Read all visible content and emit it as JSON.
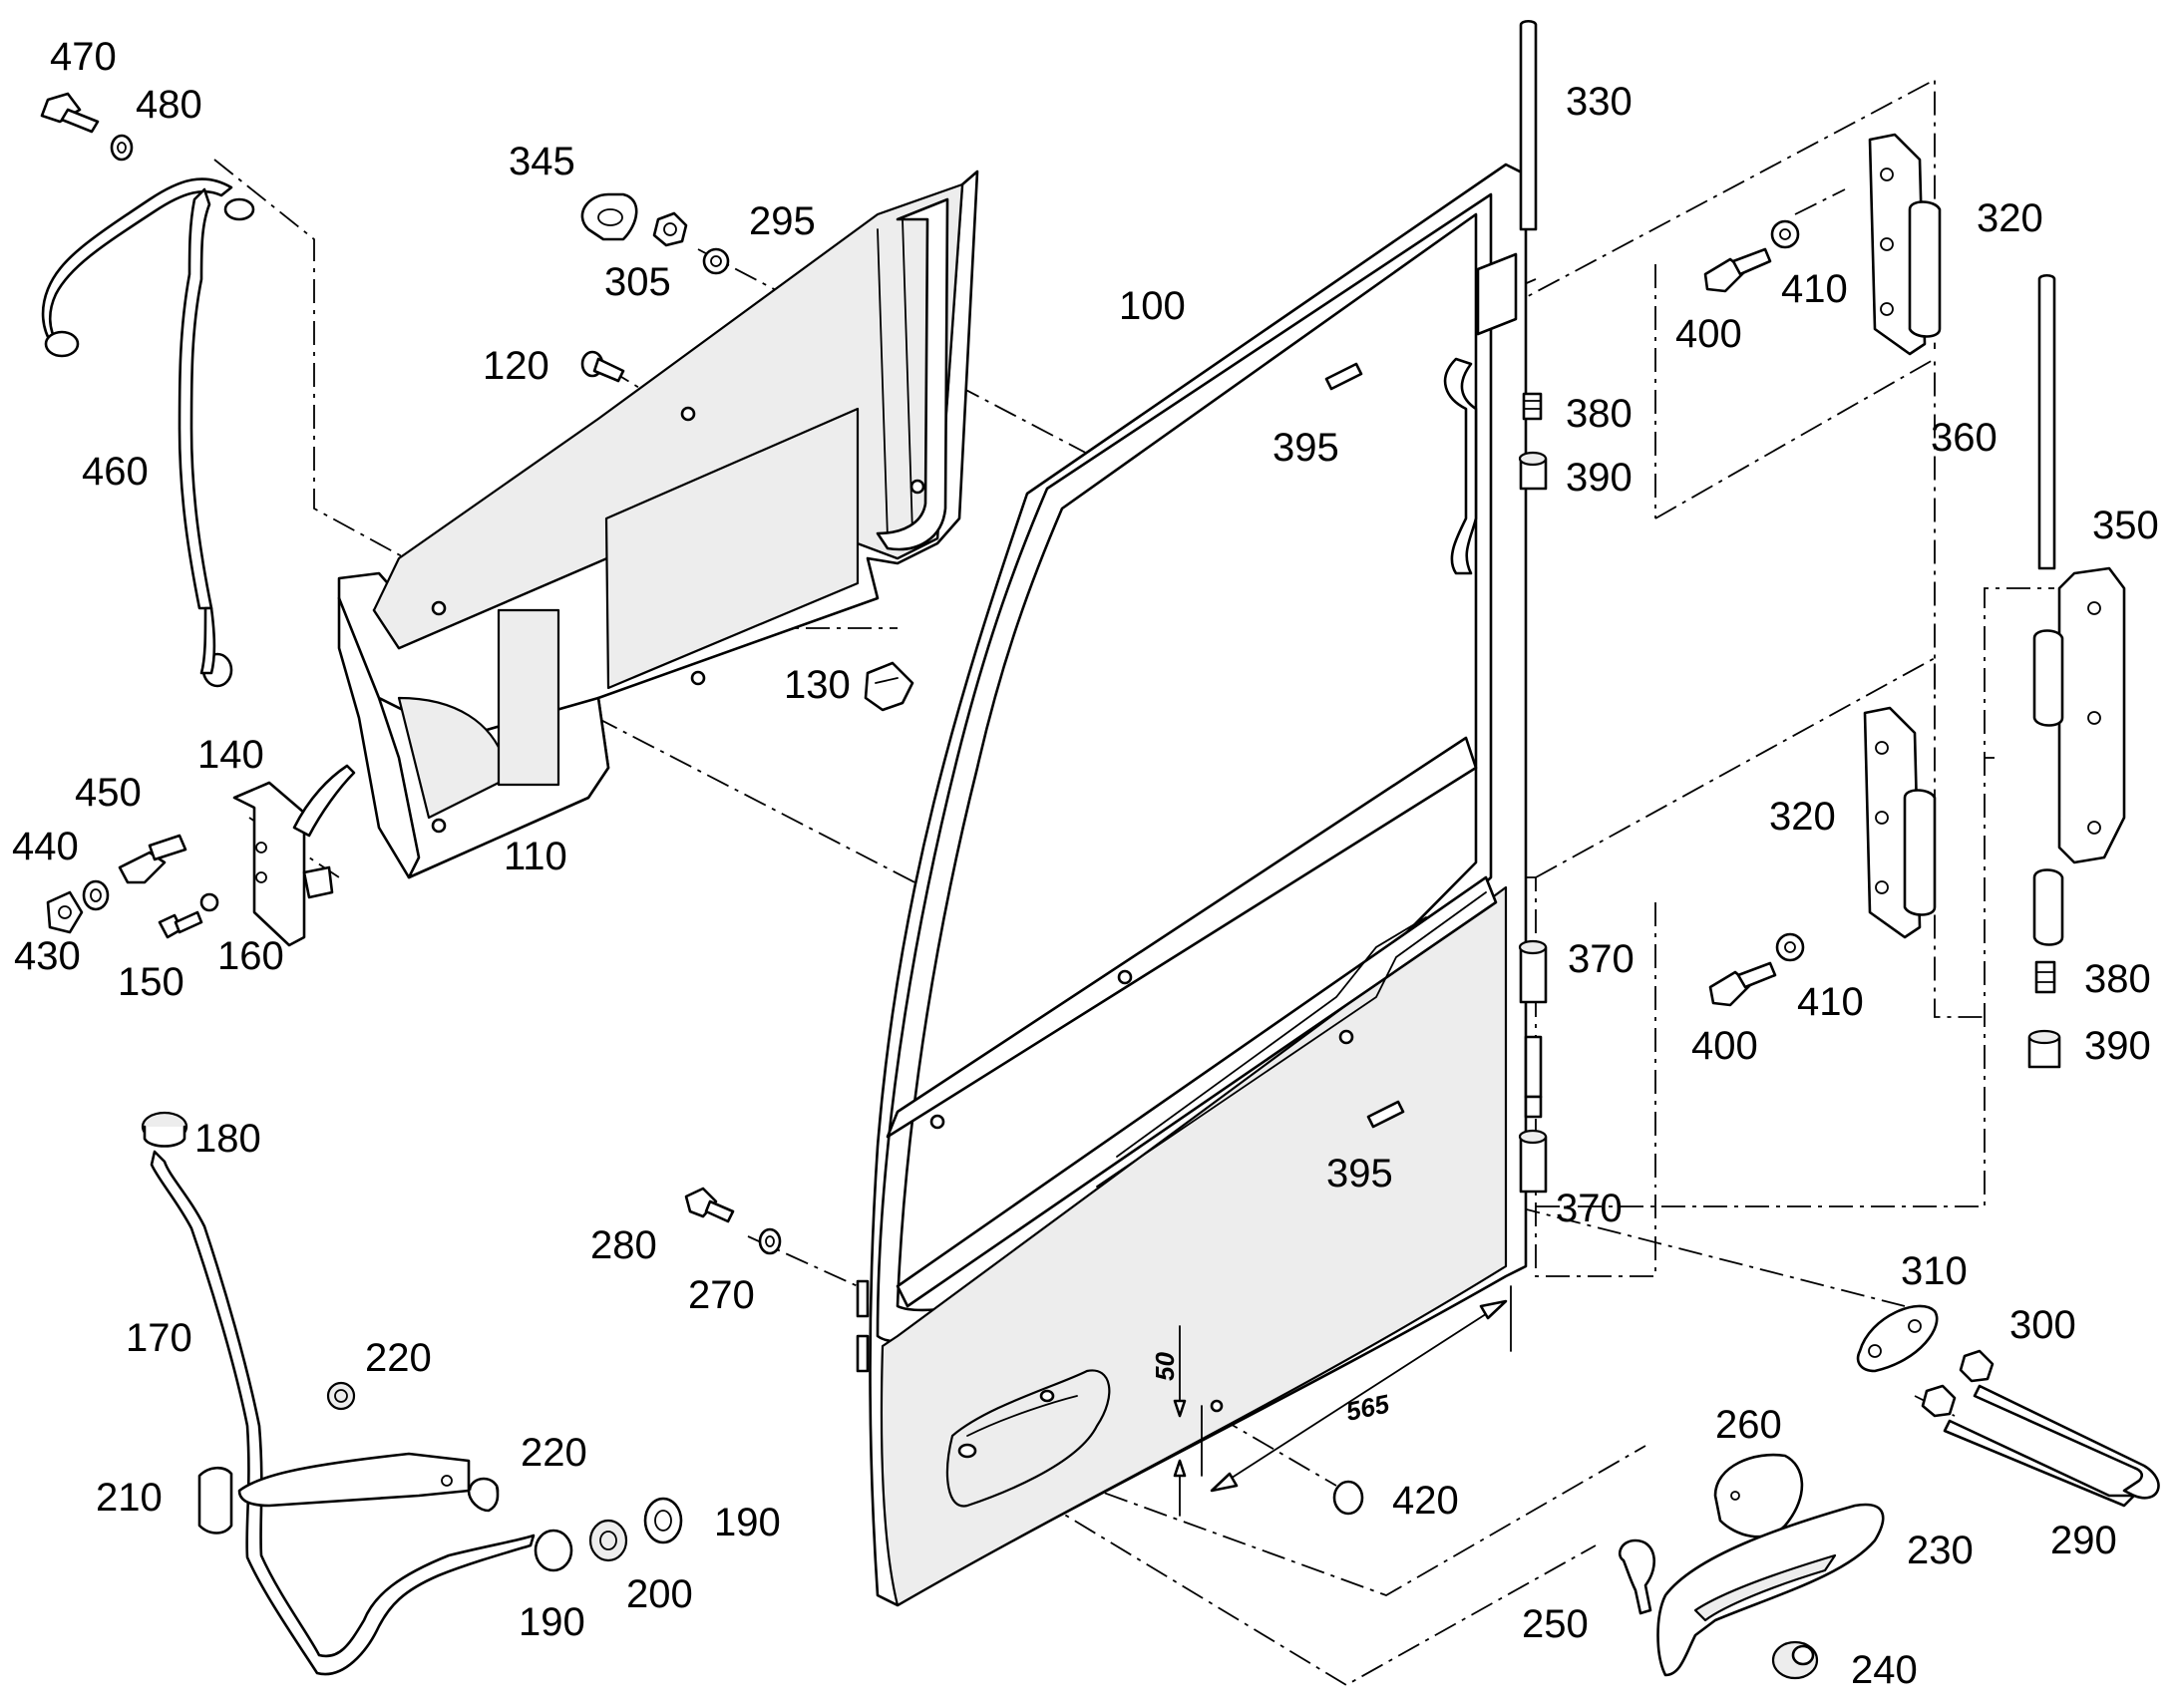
{
  "labels": {
    "p470": "470",
    "p480": "480",
    "p460": "460",
    "p345": "345",
    "p305": "305",
    "p295": "295",
    "p120": "120",
    "p100": "100",
    "p130": "130",
    "p110": "110",
    "p140": "140",
    "p450": "450",
    "p440": "440",
    "p430": "430",
    "p150": "150",
    "p160": "160",
    "p180": "180",
    "p170": "170",
    "p220a": "220",
    "p220b": "220",
    "p210": "210",
    "p190a": "190",
    "p190b": "190",
    "p200": "200",
    "p280": "280",
    "p270": "270",
    "p330": "330",
    "p320a": "320",
    "p410a": "410",
    "p400a": "400",
    "p395a": "395",
    "p380a": "380",
    "p390a": "390",
    "p360": "360",
    "p350": "350",
    "p320b": "320",
    "p370a": "370",
    "p410b": "410",
    "p400b": "400",
    "p380b": "380",
    "p390b": "390",
    "p395b": "395",
    "p370b": "370",
    "p310": "310",
    "p300": "300",
    "p290": "290",
    "p260": "260",
    "p230": "230",
    "p420": "420",
    "p250": "250",
    "p240": "240"
  },
  "dimensions": {
    "vertical": "50",
    "horizontal": "565"
  }
}
